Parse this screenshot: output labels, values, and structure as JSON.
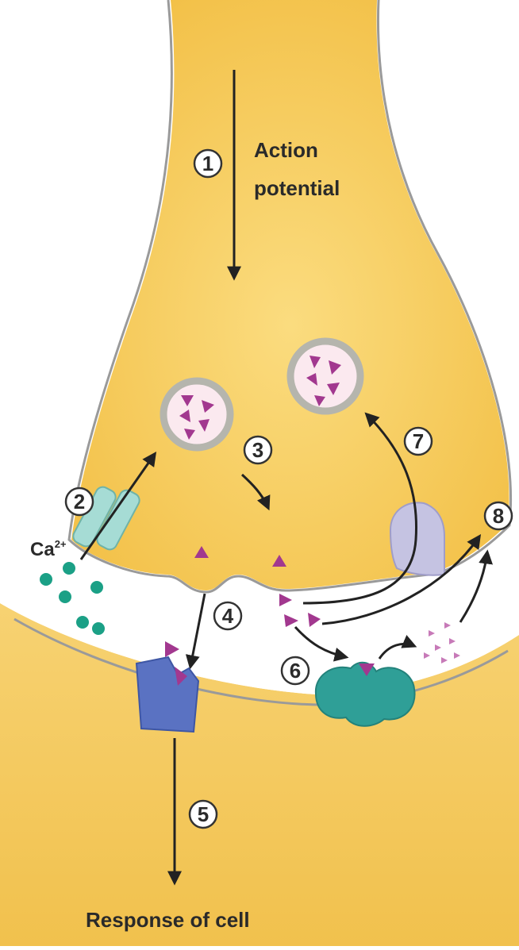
{
  "diagram": {
    "labels": {
      "action_potential_line1": "Action",
      "action_potential_line2": "potential",
      "ion": "Ca",
      "ion_charge": "2+",
      "response": "Response of cell"
    },
    "steps": [
      "1",
      "2",
      "3",
      "4",
      "5",
      "6",
      "7",
      "8"
    ],
    "colors": {
      "presynaptic": "#f7cc5c",
      "postsynaptic": "#f4c85a",
      "membrane": "#9a9a9a",
      "cleft": "#ffffff",
      "vesicle_ring": "#b5b5ad",
      "vesicle_fill": "#fbe9ef",
      "neurotransmitter": "#a2388f",
      "calcium": "#1ba086",
      "calcium_channel": "#a6dcd5",
      "receptor": "#5a72c2",
      "enzyme": "#2f9f97",
      "transporter": "#c5c3e2",
      "arrow": "#222222"
    }
  }
}
